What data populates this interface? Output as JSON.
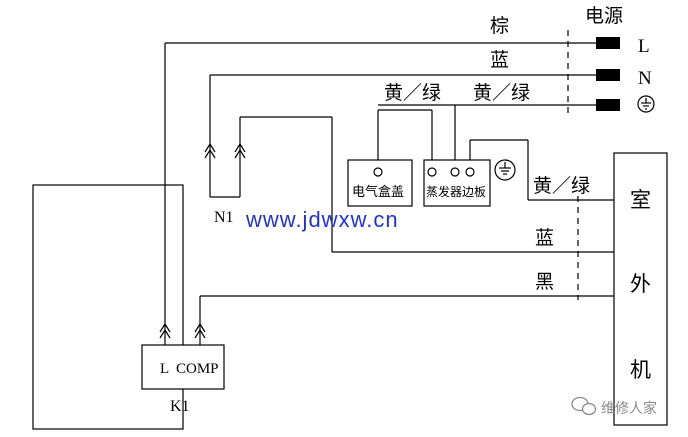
{
  "power": {
    "label": "电源",
    "terminals": [
      "L",
      "N",
      "⏚"
    ]
  },
  "wires": {
    "brown": "棕",
    "blue_top": "蓝",
    "yg_left": "黄／绿",
    "yg_right": "黄／绿",
    "yg_outdoor": "黄／绿",
    "blue_outdoor": "蓝",
    "black_outdoor": "黑"
  },
  "components": {
    "box_cover": "电气盒盖",
    "evaporator_plate": "蒸发器边板",
    "n1": "N1",
    "comp_l": "L",
    "comp": "COMP",
    "k1": "K1",
    "outdoor_chars": [
      "室",
      "外",
      "机"
    ]
  },
  "website": "www.jdwxw.cn",
  "watermark": "维修人家",
  "colors": {
    "line": "#000000",
    "website": "#2233cc",
    "watermark": "#8a8a8a"
  }
}
